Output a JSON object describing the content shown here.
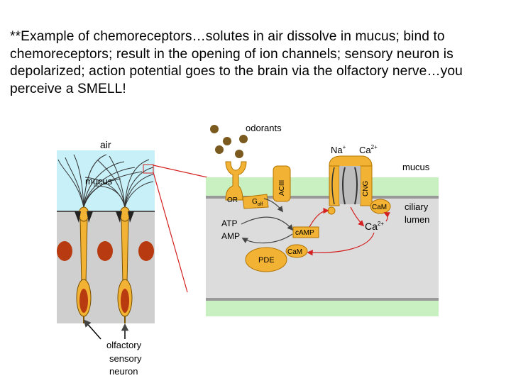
{
  "caption": "**Example of chemoreceptors…solutes in air dissolve in mucus; bind to chemoreceptors; result in the opening of ion channels; sensory neuron is depolarized; action potential goes to the brain via the olfactory nerve…you perceive a SMELL!",
  "left_panel": {
    "air_label": "air",
    "mucus_label": "mucus",
    "neuron_label_lines": [
      "olfactory",
      "sensory",
      "neuron"
    ]
  },
  "right_panel": {
    "odorants_label": "odorants",
    "na_label": "Na",
    "na_sup": "+",
    "ca_top_label": "Ca",
    "ca_top_sup": "2+",
    "mucus_label": "mucus",
    "ciliary_label": "ciliary",
    "lumen_label": "lumen",
    "or_label": "OR",
    "g_label": "G",
    "g_sub": "olf",
    "aciii_label": "ACIII",
    "cng_label": "CNG",
    "cam_channel_label": "CaM",
    "ca_inner_label": "Ca",
    "ca_inner_sup": "2+",
    "atp_label": "ATP",
    "amp_label": "AMP",
    "camp_label": "cAMP",
    "pde_label": "PDE",
    "cam_pde_label": "CaM"
  },
  "colors": {
    "air": "#c8f0f8",
    "mucus_band": "#c8f0c0",
    "cytoplasm": "#dcdcdc",
    "membrane_edge": "#999999",
    "protein_orange": "#f2b233",
    "protein_outline": "#b37400",
    "nucleus": "#b83a10",
    "odorant": "#7a5a1e",
    "arrow_red": "#d42020",
    "arrow_dark": "#444444"
  }
}
